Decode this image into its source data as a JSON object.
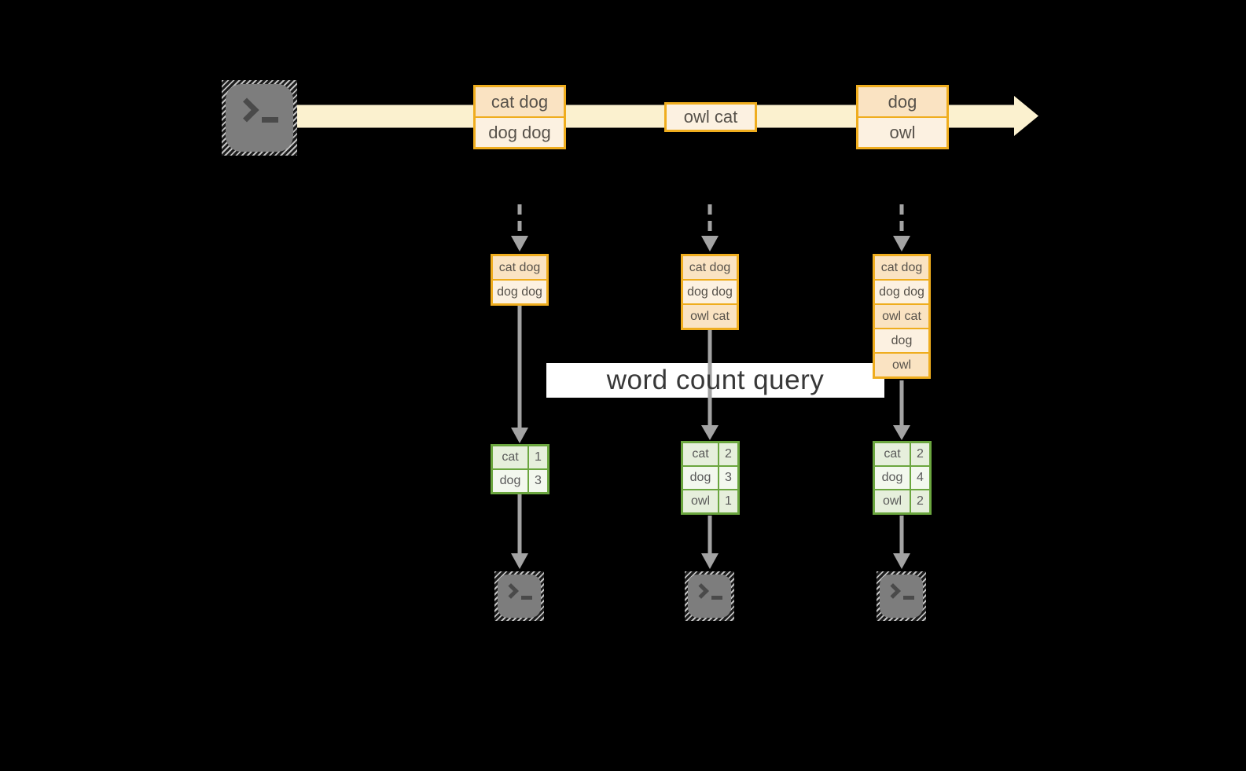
{
  "banner": {
    "label": "word count query"
  },
  "stream": {
    "source_icon": "terminal-prompt",
    "batches": [
      {
        "items": [
          "cat dog",
          "dog dog"
        ]
      },
      {
        "items": [
          "owl cat"
        ]
      },
      {
        "items": [
          "dog",
          "owl"
        ]
      }
    ]
  },
  "tasks": [
    {
      "input_records": [
        "cat dog",
        "dog dog"
      ],
      "word_counts": {
        "rows": [
          [
            "cat",
            "1"
          ],
          [
            "dog",
            "3"
          ]
        ]
      },
      "sink_icon": "terminal-prompt"
    },
    {
      "input_records": [
        "cat dog",
        "dog dog",
        "owl cat"
      ],
      "word_counts": {
        "rows": [
          [
            "cat",
            "2"
          ],
          [
            "dog",
            "3"
          ],
          [
            "owl",
            "1"
          ]
        ]
      },
      "sink_icon": "terminal-prompt"
    },
    {
      "input_records": [
        "cat dog",
        "dog dog",
        "owl cat",
        "dog",
        "owl"
      ],
      "word_counts": {
        "rows": [
          [
            "cat",
            "2"
          ],
          [
            "dog",
            "4"
          ],
          [
            "owl",
            "2"
          ]
        ]
      },
      "sink_icon": "terminal-prompt"
    }
  ],
  "colors": {
    "background": "#000000",
    "stream_arrow": "#FBF1CF",
    "record_fill_dark": "#FAE3C2",
    "record_fill_light": "#FCF1E1",
    "record_border": "#EFAD1E",
    "count_fill_dark": "#E6EFDC",
    "count_fill_light": "#F3F8EE",
    "count_border": "#6BA63F",
    "connector_gray": "#A3A3A3",
    "banner_background": "#FFFFFF",
    "record_text": "#57524B"
  }
}
